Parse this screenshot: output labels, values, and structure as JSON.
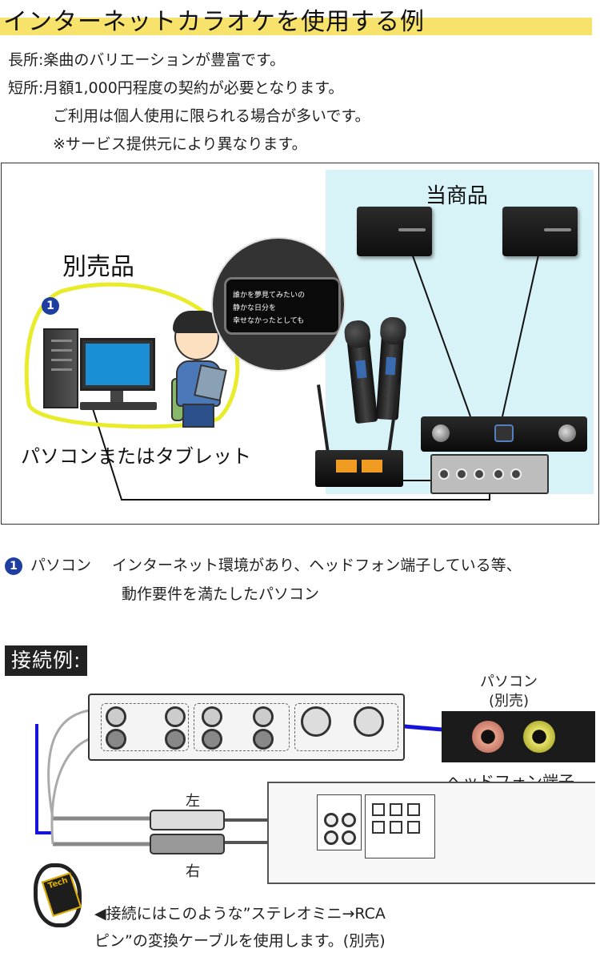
{
  "header": {
    "title": "インターネットカラオケを使用する例"
  },
  "pros_cons": {
    "pro": "長所:楽曲のバリエーションが豊富です。",
    "con": "短所:月額1,000円程度の契約が必要となります。",
    "con2": "ご利用は個人使用に限られる場合が多いです。",
    "note": "※サービス提供元により異なります。"
  },
  "diagram": {
    "product_label": "当商品",
    "separately_sold_label": "別売品",
    "pc_label": "パソコンまたはタブレット",
    "badge_number": "1",
    "lyrics": [
      "誰かを夢見てみたいの",
      "静かな日分を",
      "幸せなかったとしても"
    ]
  },
  "pc_note": {
    "badge_number": "1",
    "term": "パソコン",
    "description": "インターネット環境があり、ヘッドフォン端子している等、",
    "description2": "動作要件を満たしたパソコン"
  },
  "connection": {
    "heading": "接続例:",
    "pc_label_line1": "パソコン",
    "pc_label_line2": "(別売)",
    "headphone_label": "ヘッドフォン端子",
    "left_label": "左",
    "right_label": "右",
    "cable_note_line1": "◀接続にはこのような”ステレオミニ→RCA",
    "cable_note_line2": "ピン”の変換ケーブルを使用します。(別売)",
    "cable_pkg_label": "Tech"
  },
  "colors": {
    "title_highlight": "#f7e26b",
    "product_area_bg": "#d8f3f7",
    "lasso": "#e8ec2a",
    "badge": "#1f3fa0",
    "signal_line": "#1414d8"
  }
}
